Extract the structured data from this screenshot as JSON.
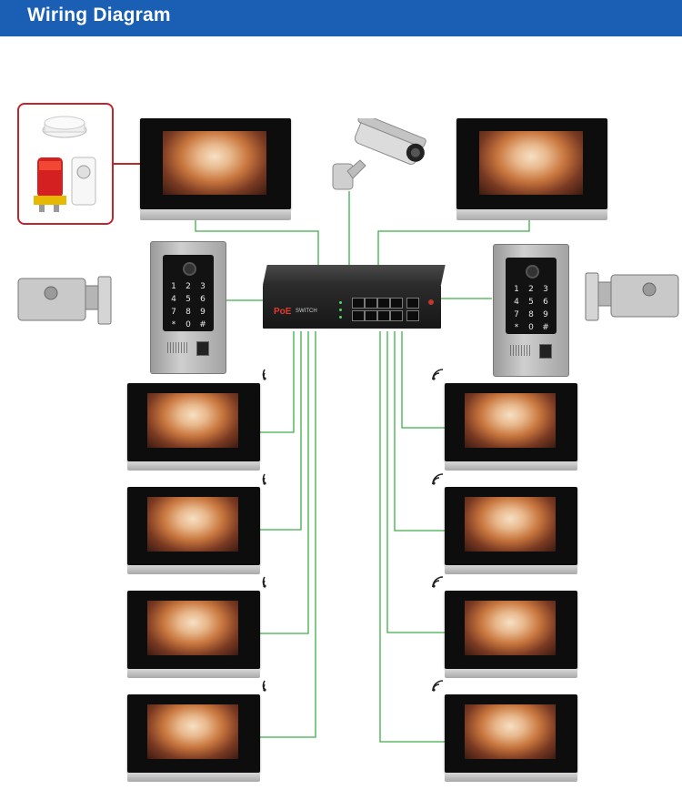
{
  "header": {
    "title": "Wiring Diagram",
    "bg_color": "#1a5fb4"
  },
  "switch": {
    "brand": "PoE",
    "model": "SWITCH",
    "ports": 8,
    "uplinks": 2
  },
  "wire_color": "#3fae49",
  "alarm_link_color": "#c0272d",
  "devices": {
    "alarm_group": [
      "smoke-detector",
      "strobe-siren",
      "motion-sensor"
    ],
    "cctv_camera": "bullet-camera",
    "outdoor_stations": 2,
    "electric_locks": 2,
    "main_monitors": 2,
    "extension_monitors": 8
  },
  "keypad": [
    "1",
    "2",
    "3",
    "4",
    "5",
    "6",
    "7",
    "8",
    "9",
    "*",
    "0",
    "#"
  ]
}
